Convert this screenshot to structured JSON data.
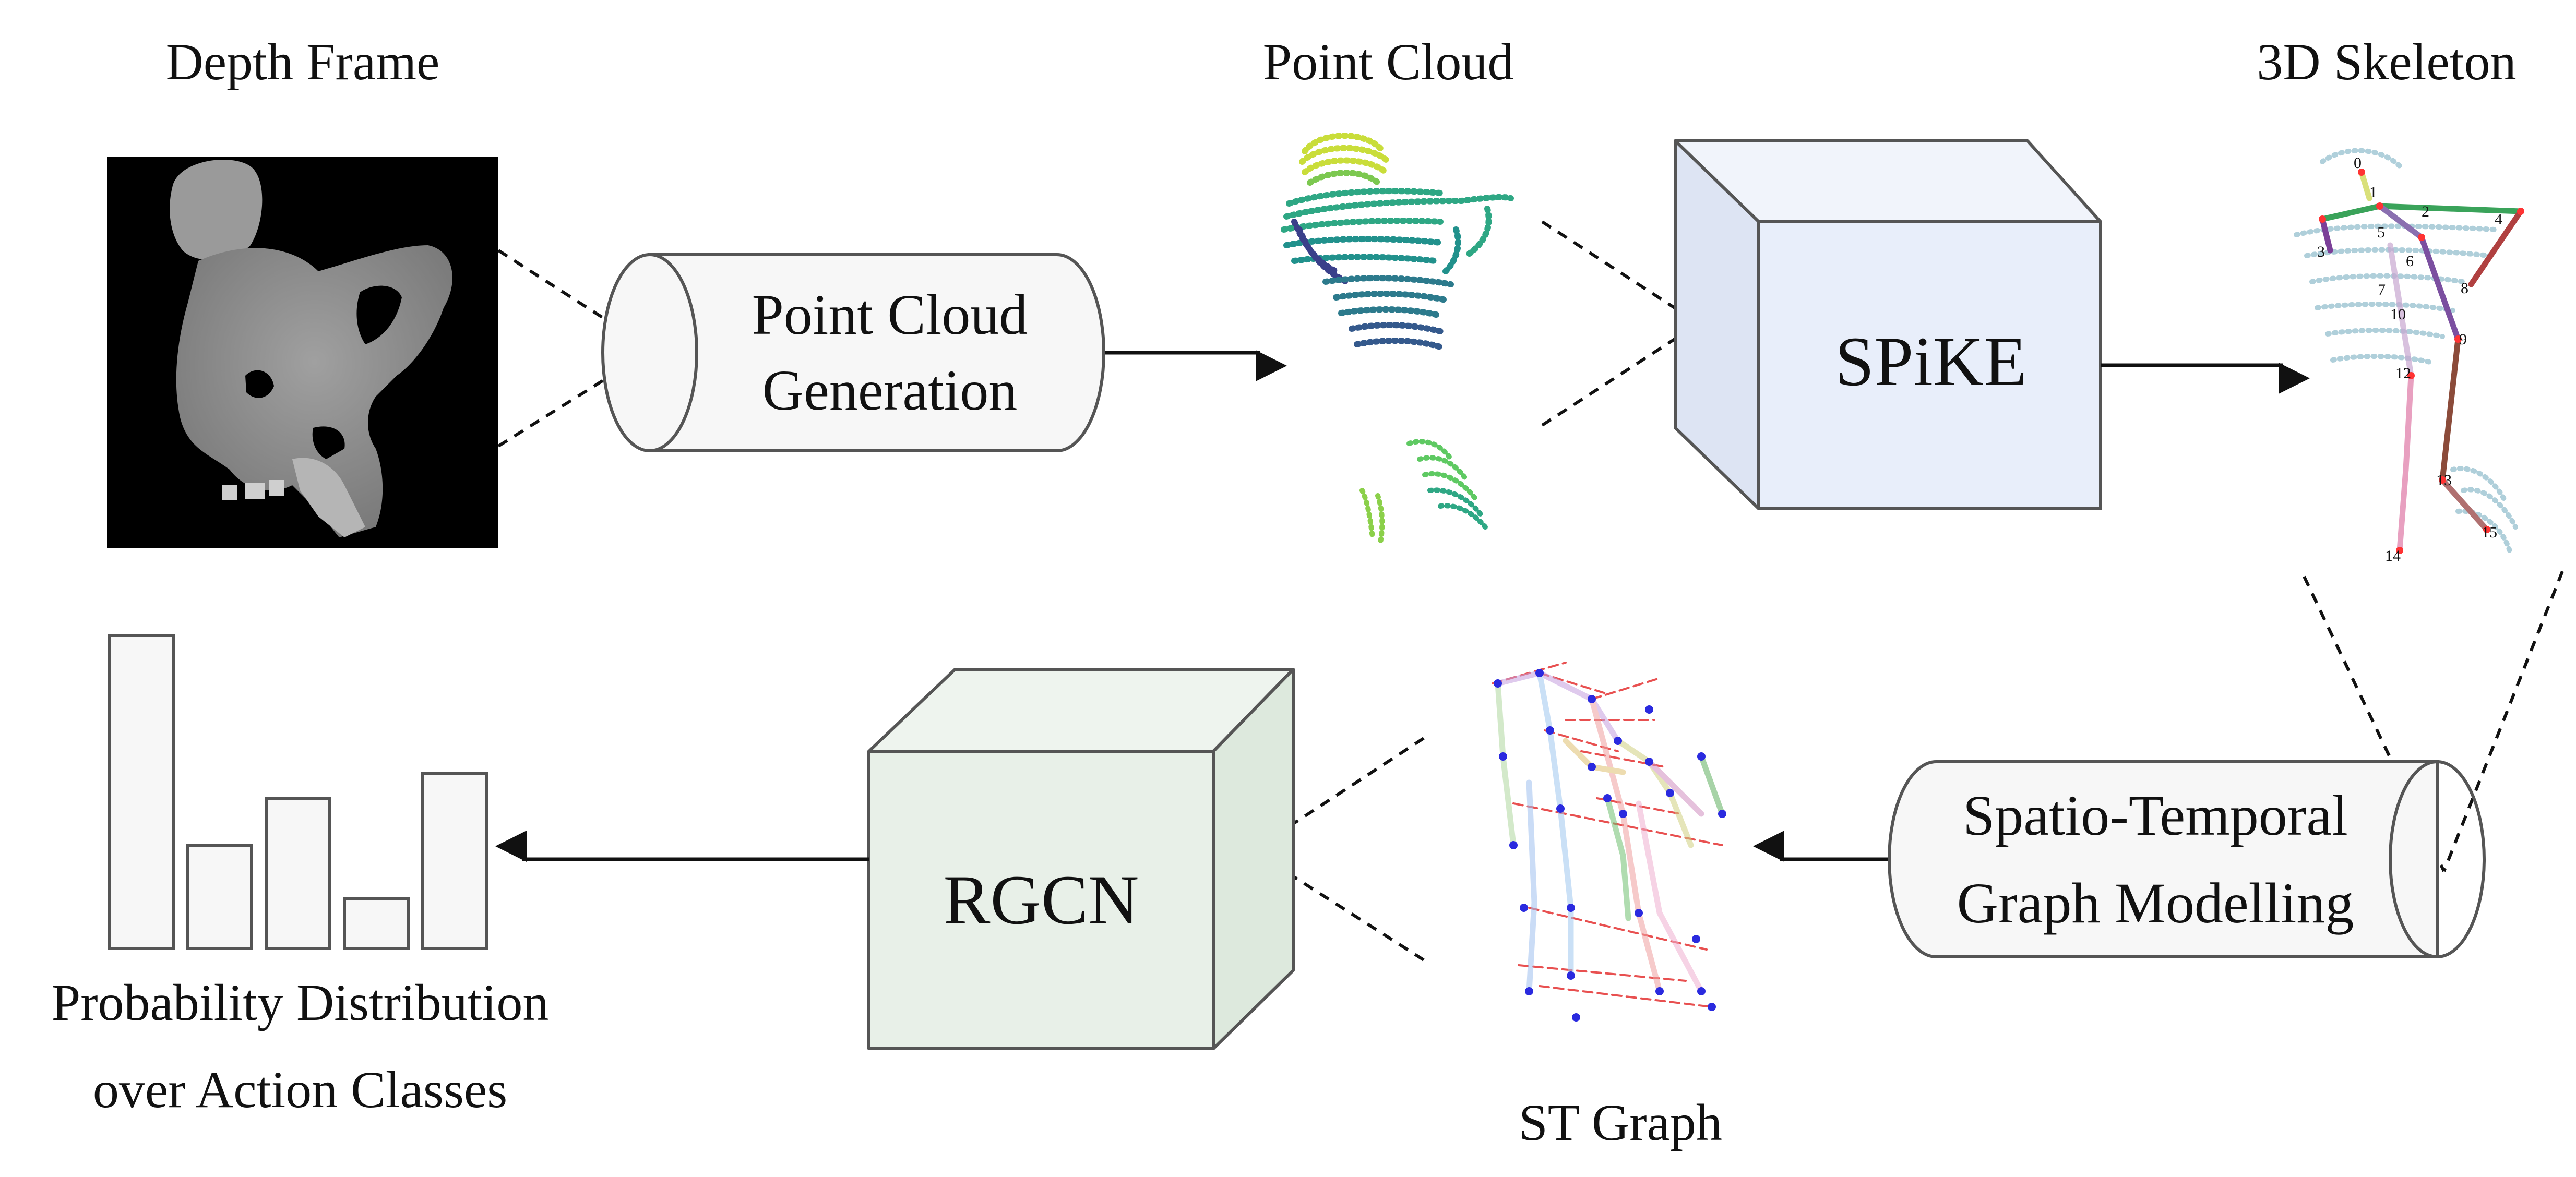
{
  "labels": {
    "depth_frame": "Depth Frame",
    "point_cloud": "Point Cloud",
    "skeleton_3d": "3D Skeleton",
    "st_graph": "ST Graph",
    "prob_line1": "Probability Distribution",
    "prob_line2": "over Action Classes"
  },
  "stages": {
    "pc_gen_line1": "Point Cloud",
    "pc_gen_line2": "Generation",
    "spike": "SPiKE",
    "stgm_line1": "Spatio-Temporal",
    "stgm_line2": "Graph Modelling",
    "rgcn": "RGCN"
  },
  "skeleton_joint_numbers": [
    "0",
    "1",
    "2",
    "3",
    "4",
    "5",
    "6",
    "7",
    "8",
    "9",
    "10",
    "12",
    "13",
    "14",
    "15"
  ],
  "histogram": {
    "values": [
      1.0,
      0.33,
      0.48,
      0.16,
      0.56
    ]
  },
  "colors": {
    "stroke": "#555555",
    "pcgen_fill": "#f7f7f7",
    "spike_fill": "#e8eefa",
    "rgcn_fill": "#e8f0e8",
    "bar_fill": "#f7f7f7"
  }
}
